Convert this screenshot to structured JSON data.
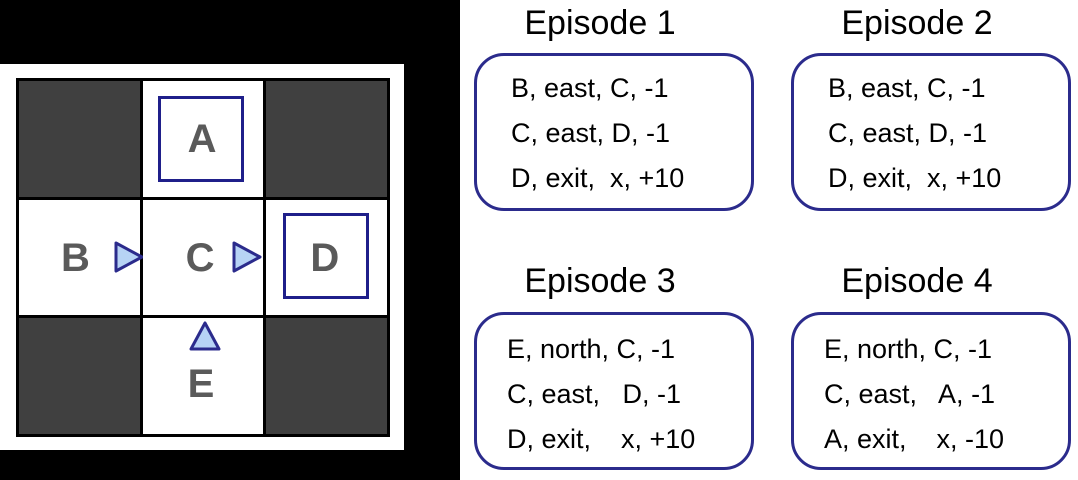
{
  "gridworld": {
    "cells": {
      "a": "A",
      "b": "B",
      "c": "C",
      "d": "D",
      "e": "E"
    },
    "colors": {
      "wall": "#404040",
      "letter": "#5a5a5a",
      "terminal_border": "#1f1f8a",
      "arrow_fill": "#b7d3f5",
      "arrow_stroke": "#2b2b8c"
    },
    "arrows": [
      "arrow-east-icon",
      "arrow-east-icon",
      "arrow-north-icon"
    ]
  },
  "episodes": [
    {
      "title": "Episode 1",
      "lines": [
        "B, east, C, -1",
        "C, east, D, -1",
        "D, exit,  x, +10"
      ]
    },
    {
      "title": "Episode 2",
      "lines": [
        "B, east, C, -1",
        "C, east, D, -1",
        "D, exit,  x, +10"
      ]
    },
    {
      "title": "Episode 3",
      "lines": [
        "E, north, C, -1",
        "C, east,   D, -1",
        "D, exit,    x, +10"
      ]
    },
    {
      "title": "Episode 4",
      "lines": [
        "E, north, C, -1",
        "C, east,   A, -1",
        "A, exit,    x, -10"
      ]
    }
  ]
}
